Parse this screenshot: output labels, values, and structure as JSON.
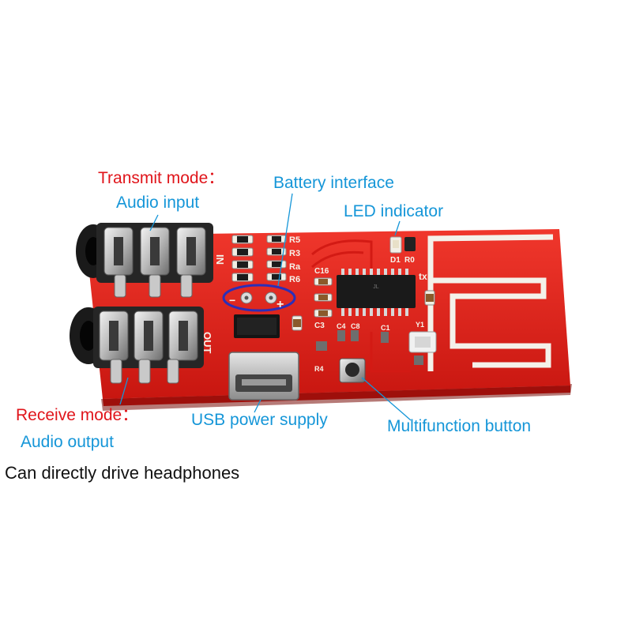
{
  "labels": {
    "transmit_mode": "Transmit mode：",
    "audio_input": "Audio input",
    "battery_interface": "Battery interface",
    "led_indicator": "LED indicator",
    "receive_mode": "Receive mode：",
    "audio_output": "Audio output",
    "usb_power_supply": "USB power supply",
    "multifunction_button": "Multifunction button",
    "headphones_note": "Can directly drive headphones"
  },
  "board_silkscreen": {
    "r5": "R5",
    "r3": "R3",
    "ra": "Ra",
    "r6": "R6",
    "c16": "C16",
    "c3": "C3",
    "c4": "C4",
    "c8": "C8",
    "c1": "C1",
    "d1": "D1",
    "r0": "R0",
    "y1": "Y1",
    "r4": "R4",
    "in": "IN",
    "out": "OUT",
    "plus": "+",
    "minus": "−",
    "tx": "tx"
  },
  "colors": {
    "board": "#e8231c",
    "board_dark": "#b5120e",
    "label_red": "#e0151b",
    "label_blue": "#1596d8",
    "antenna": "#f4f1ea"
  }
}
